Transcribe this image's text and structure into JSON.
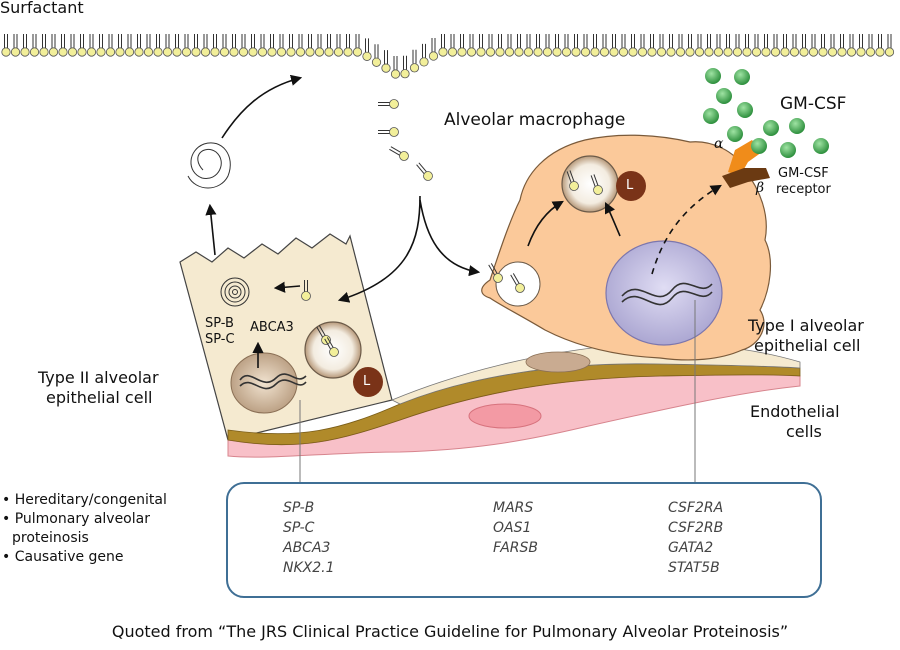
{
  "labels": {
    "surfactant": "Surfactant",
    "alveolar_macrophage": "Alveolar macrophage",
    "gm_csf": "GM-CSF",
    "alpha": "α",
    "beta": "β",
    "gm_csf_receptor_line1": "GM-CSF",
    "gm_csf_receptor_line2": "receptor",
    "lysosome_macrophage": "L",
    "lysosome_type2": "L",
    "sp_b": "SP-B",
    "sp_c": "SP-C",
    "abca3": "ABCA3",
    "type2_line1": "Type II alveolar",
    "type2_line2": "epithelial cell",
    "type1_line1": "Type I alveolar",
    "type1_line2": "epithelial cell",
    "endothelial_line1": "Endothelial",
    "endothelial_line2": "cells"
  },
  "legend": [
    "• Hereditary/congenital",
    "• Pulmonary alveolar",
    "  proteinosis",
    "• Causative gene"
  ],
  "genes": {
    "type2_cell": [
      "SP-B",
      "SP-C",
      "ABCA3",
      "NKX2.1"
    ],
    "other": [
      "MARS",
      "OAS1",
      "FARSB"
    ],
    "macrophage": [
      "CSF2RA",
      "CSF2RB",
      "GATA2",
      "STAT5B"
    ]
  },
  "caption": "Quoted from “The JRS Clinical Practice Guideline for Pulmonary Alveolar Proteinosis”",
  "colors": {
    "surfactant_head": "#f2ef9a",
    "cell_fill": "#f5ead0",
    "macrophage_fill": "#fbc99a",
    "nucleus_fill": "#c8c4e6",
    "basement_membrane": "#b08a2a",
    "endothelium": "#f8c0c8",
    "lysosome": "#7a3318",
    "gm_csf_ball": "#4cb15a",
    "receptor_alpha": "#f08c1a",
    "receptor_beta": "#6b3a12",
    "gene_box_border": "#3f6f95"
  }
}
